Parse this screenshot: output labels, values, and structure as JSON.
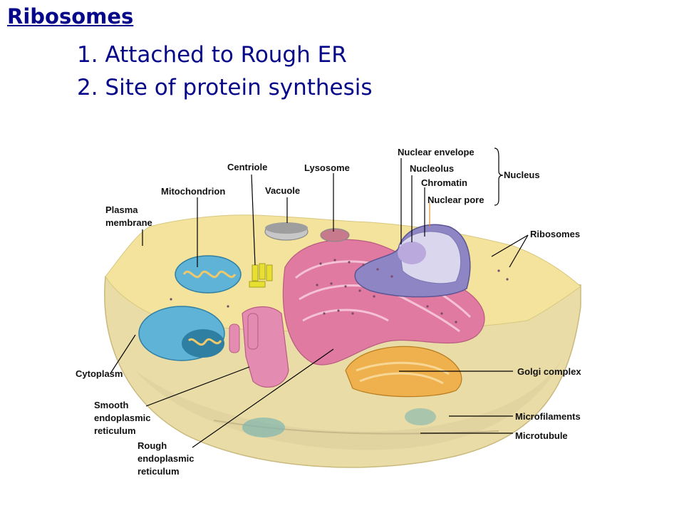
{
  "slide": {
    "title": "Ribosomes",
    "points": [
      "1. Attached to Rough ER",
      "2. Site of protein synthesis"
    ]
  },
  "diagram": {
    "labels": {
      "plasma_membrane_1": "Plasma",
      "plasma_membrane_2": "membrane",
      "mitochondrion": "Mitochondrion",
      "centriole": "Centriole",
      "vacuole": "Vacuole",
      "lysosome": "Lysosome",
      "nuclear_envelope": "Nuclear envelope",
      "nucleolus": "Nucleolus",
      "chromatin": "Chromatin",
      "nuclear_pore": "Nuclear pore",
      "nucleus": "Nucleus",
      "ribosomes": "Ribosomes",
      "cytoplasm": "Cytoplasm",
      "smooth_er_1": "Smooth",
      "smooth_er_2": "endoplasmic",
      "smooth_er_3": "reticulum",
      "rough_er_1": "Rough",
      "rough_er_2": "endoplasmic",
      "rough_er_3": "reticulum",
      "golgi": "Golgi complex",
      "microfilaments": "Microfilaments",
      "microtubule": "Microtubule"
    },
    "colors": {
      "cytoplasm": "#f3e39c",
      "cell_wall": "#e9dca6",
      "rough_er": "#e07aa0",
      "nucleus": "#8e86c4",
      "mitochondrion": "#5fb3d6",
      "golgi": "#eeb14d",
      "centriole": "#e8e030"
    }
  }
}
